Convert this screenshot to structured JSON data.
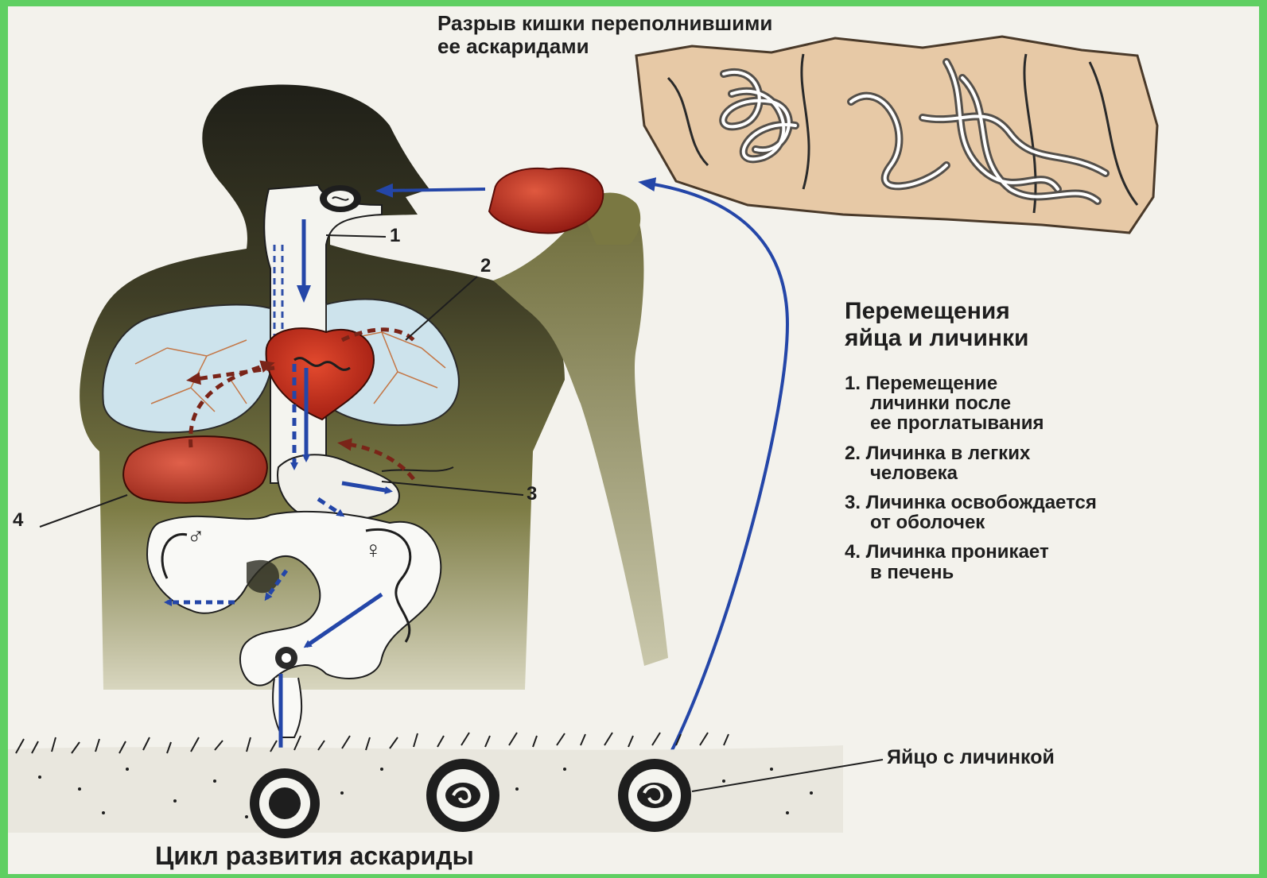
{
  "top_caption": {
    "line1": "Разрыв кишки переполнившими",
    "line2": "ее аскаридами"
  },
  "legend": {
    "title_line1": "Перемещения",
    "title_line2": "яйца и личинки",
    "items": [
      {
        "line1": "1. Перемещение",
        "line2": "личинки после",
        "line3": "ее проглатывания"
      },
      {
        "line1": "2. Личинка в легких",
        "line2": "человека"
      },
      {
        "line1": "3. Личинка освобождается",
        "line2": "от оболочек"
      },
      {
        "line1": "4. Личинка проникает",
        "line2": "в печень"
      }
    ]
  },
  "markers": {
    "m1": "1",
    "m2": "2",
    "m3": "3",
    "m4": "4"
  },
  "symbols": {
    "male": "♂",
    "female": "♀"
  },
  "egg_label": "Яйцо с личинкой",
  "caption": "Цикл развития аскариды",
  "colors": {
    "arrow_blue": "#2446a8",
    "organ_red": "#c0281c",
    "body_dark": "#2a2a20",
    "body_olive": "#8b8a4c",
    "lung_fill": "#cde3ec",
    "intestine": "#f7f7f4",
    "frame_green": "#5fcf62"
  }
}
